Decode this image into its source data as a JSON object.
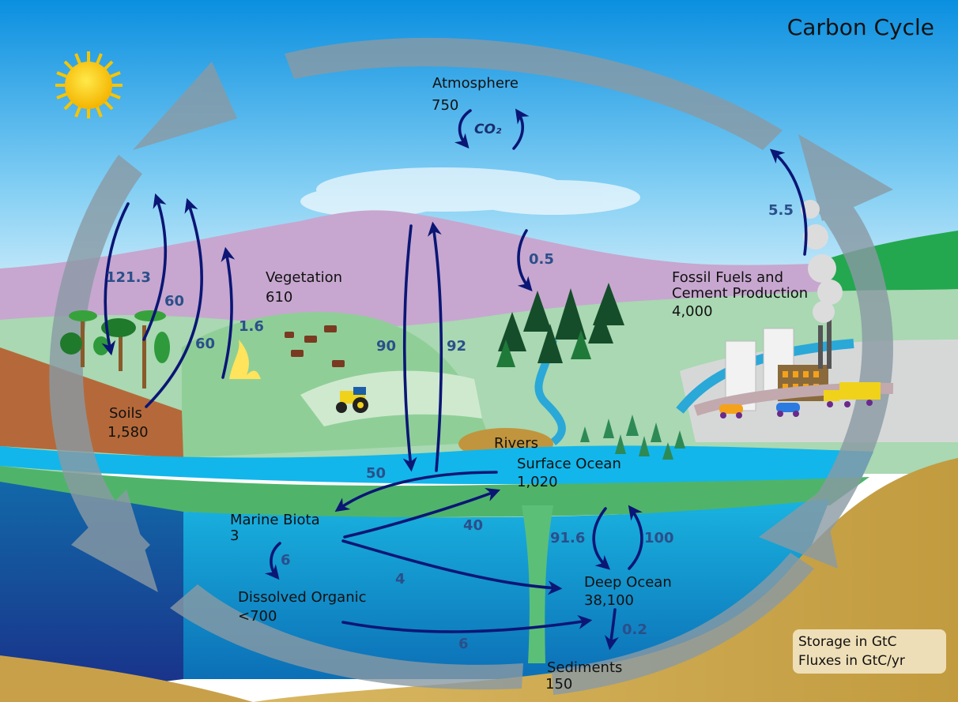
{
  "title": "Carbon Cycle",
  "reservoirs": [
    {
      "id": "atmosphere",
      "name": "Atmosphere",
      "value": "750"
    },
    {
      "id": "vegetation",
      "name": "Vegetation",
      "value": "610"
    },
    {
      "id": "soils",
      "name": "Soils",
      "value": "1,580"
    },
    {
      "id": "fossil",
      "name_line1": "Fossil Fuels and",
      "name_line2": "Cement Production",
      "value": "4,000"
    },
    {
      "id": "rivers",
      "name": "Rivers"
    },
    {
      "id": "surface-ocean",
      "name": "Surface Ocean",
      "value": "1,020"
    },
    {
      "id": "marine-biota",
      "name": "Marine Biota",
      "value": "3"
    },
    {
      "id": "dissolved-organic",
      "name": "Dissolved Organic",
      "value": "<700"
    },
    {
      "id": "deep-ocean",
      "name": "Deep Ocean",
      "value": "38,100"
    },
    {
      "id": "sediments",
      "name": "Sediments",
      "value": "150"
    }
  ],
  "co2_label": "CO₂",
  "fluxes": {
    "f121": "121.3",
    "f60a": "60",
    "f60b": "60",
    "f1_6": "1.6",
    "f90": "90",
    "f92": "92",
    "f0_5": "0.5",
    "f5_5": "5.5",
    "f50": "50",
    "f40": "40",
    "f4": "4",
    "f6a": "6",
    "f6b": "6",
    "f91_6": "91.6",
    "f100": "100",
    "f0_2": "0.2"
  },
  "legend": {
    "line1": "Storage in GtC",
    "line2": "Fluxes in GtC/yr"
  },
  "colors": {
    "flux_arrow": "#0b1675",
    "flux_label": "#2b4f8a",
    "cycle_arrow": "#8a9aa4",
    "sky_top": "#0a8fe0",
    "ocean": "#12a9d6"
  },
  "icons": [
    "sun-icon",
    "tree-icon",
    "cow-icon",
    "tractor-icon",
    "fire-icon",
    "factory-icon",
    "car-icon",
    "truck-icon",
    "smoke-icon"
  ]
}
